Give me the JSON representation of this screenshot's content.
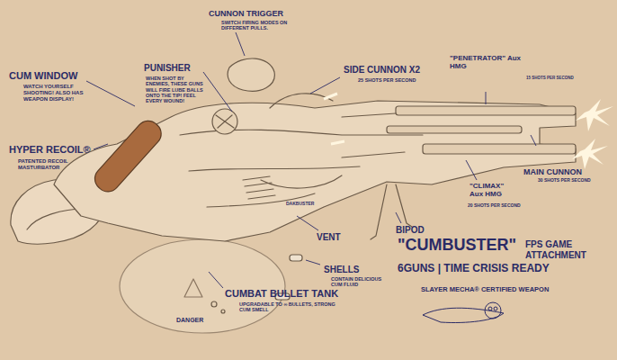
{
  "diagram": {
    "labels": [
      "PUNISHER",
      "WHEN SHOT BY ENEMIES, THESE GUNS WILL FIRE LUBE BALLS ONTO THE TIP! FEEL EVERY WOUND!",
      "CUM WINDOW",
      "WATCH YOURSELF SHOOTING! ALSO HAS WEAPON DISPLAY!",
      "HYPER RECOIL®",
      "PATENTED RECOIL MASTURBATOR",
      "CUNNON TRIGGER",
      "SWITCH FIRING MODES ON DIFFERENT PULLS.",
      "SIDE CUNNON X2",
      "25 SHOTS PER SECOND",
      "\"PENETRATOR\" Aux HMG",
      "15 SHOTS PER SECOND",
      "MAIN CUNNON",
      "30 SHOTS PER SECOND",
      "\"CLIMAX\" Aux HMG",
      "20 SHOTS PER SECOND",
      "BIPOD",
      "VENT",
      "SHELLS",
      "CONTAIN DELICIOUS CUM FLUID",
      "CUMBAT BULLET TANK",
      "UPGRADABLE TO ∞ BULLETS, STRONG CUM SMELL",
      "\"CUMBUSTER\"",
      "FPS GAME ATTACHMENT",
      "6GUNS | TIME CRISIS READY",
      "SLAYER MECHA® CERTIFIED WEAPON",
      "DANGER",
      "DAKBUSTER"
    ]
  }
}
